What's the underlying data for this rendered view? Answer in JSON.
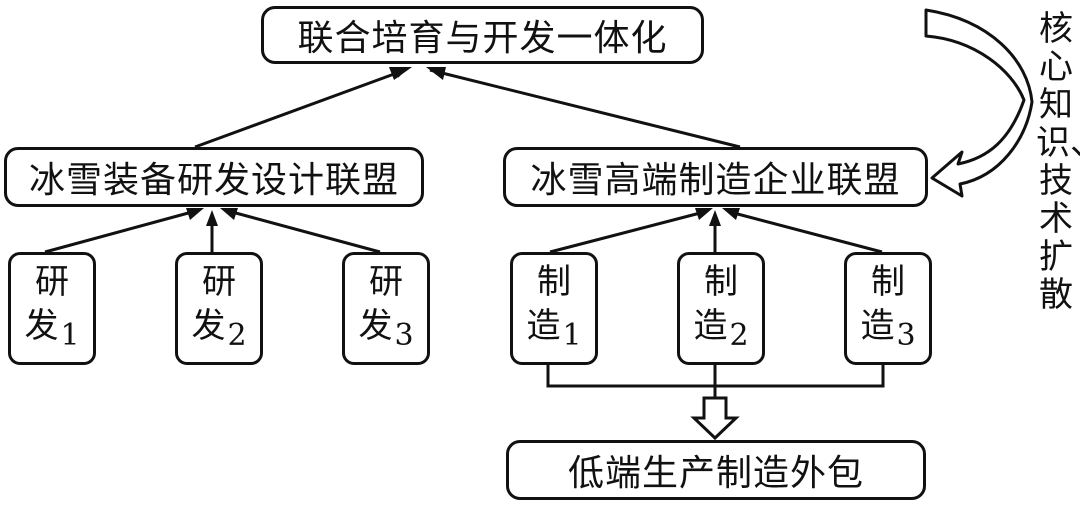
{
  "title_node": {
    "label": "联合培育与开发一体化"
  },
  "alliances": [
    {
      "label": "冰雪装备研发设计联盟"
    },
    {
      "label": "冰雪高端制造企业联盟"
    }
  ],
  "rd_nodes": [
    {
      "label": "研",
      "label2": "发",
      "sub": "1"
    },
    {
      "label": "研",
      "label2": "发",
      "sub": "2"
    },
    {
      "label": "研",
      "label2": "发",
      "sub": "3"
    }
  ],
  "mfg_nodes": [
    {
      "label": "制",
      "label2": "造",
      "sub": "1"
    },
    {
      "label": "制",
      "label2": "造",
      "sub": "2"
    },
    {
      "label": "制",
      "label2": "造",
      "sub": "3"
    }
  ],
  "outsource_node": {
    "label": "低端生产制造外包"
  },
  "side_annotation": {
    "label": "核心知识、技术扩散"
  }
}
